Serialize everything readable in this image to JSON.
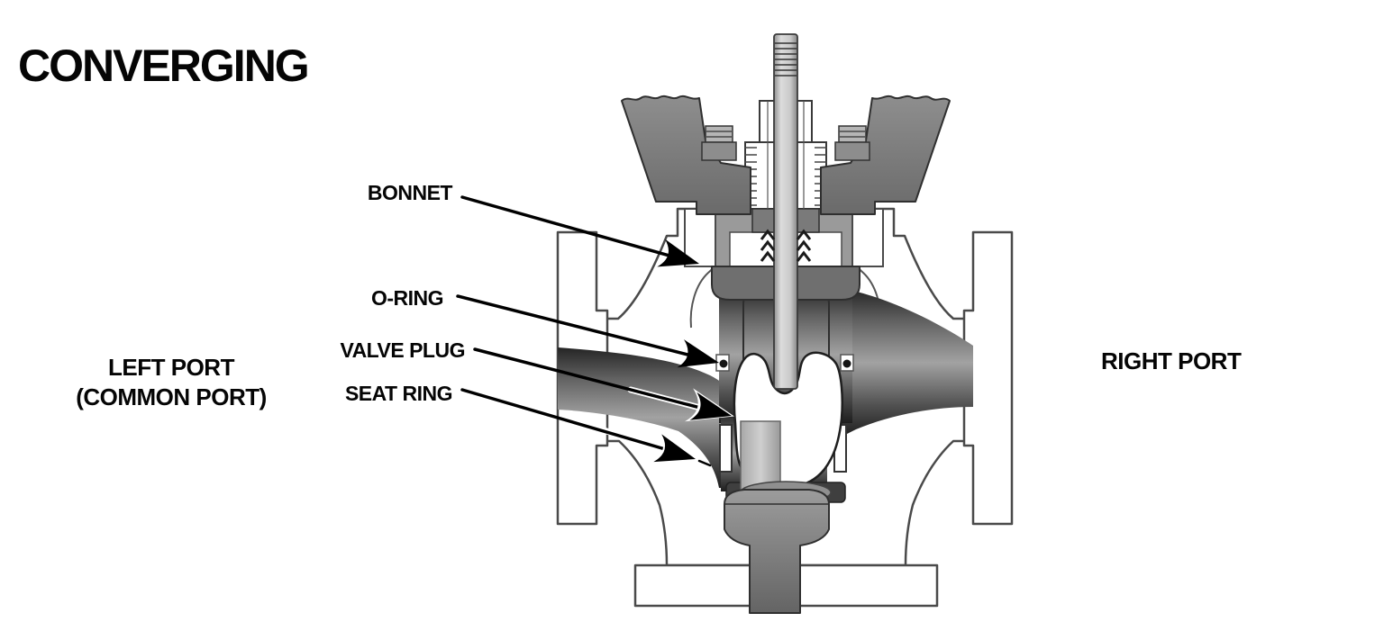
{
  "title": "CONVERGING",
  "callouts": [
    {
      "label": "BONNET"
    },
    {
      "label": "O-RING"
    },
    {
      "label": "VALVE PLUG"
    },
    {
      "label": "SEAT RING"
    }
  ],
  "left_port": {
    "line1": "LEFT PORT",
    "line2": "(COMMON PORT)"
  },
  "right_port": {
    "label": "RIGHT PORT"
  },
  "colors": {
    "text": "#050505",
    "body_outline": "#4a4a4a",
    "metal_gray": "#7a7a7a",
    "passage_dark": "#242424",
    "passage_light": "#a2a2a2",
    "stem_light": "#dcdcdc",
    "background": "#ffffff"
  }
}
